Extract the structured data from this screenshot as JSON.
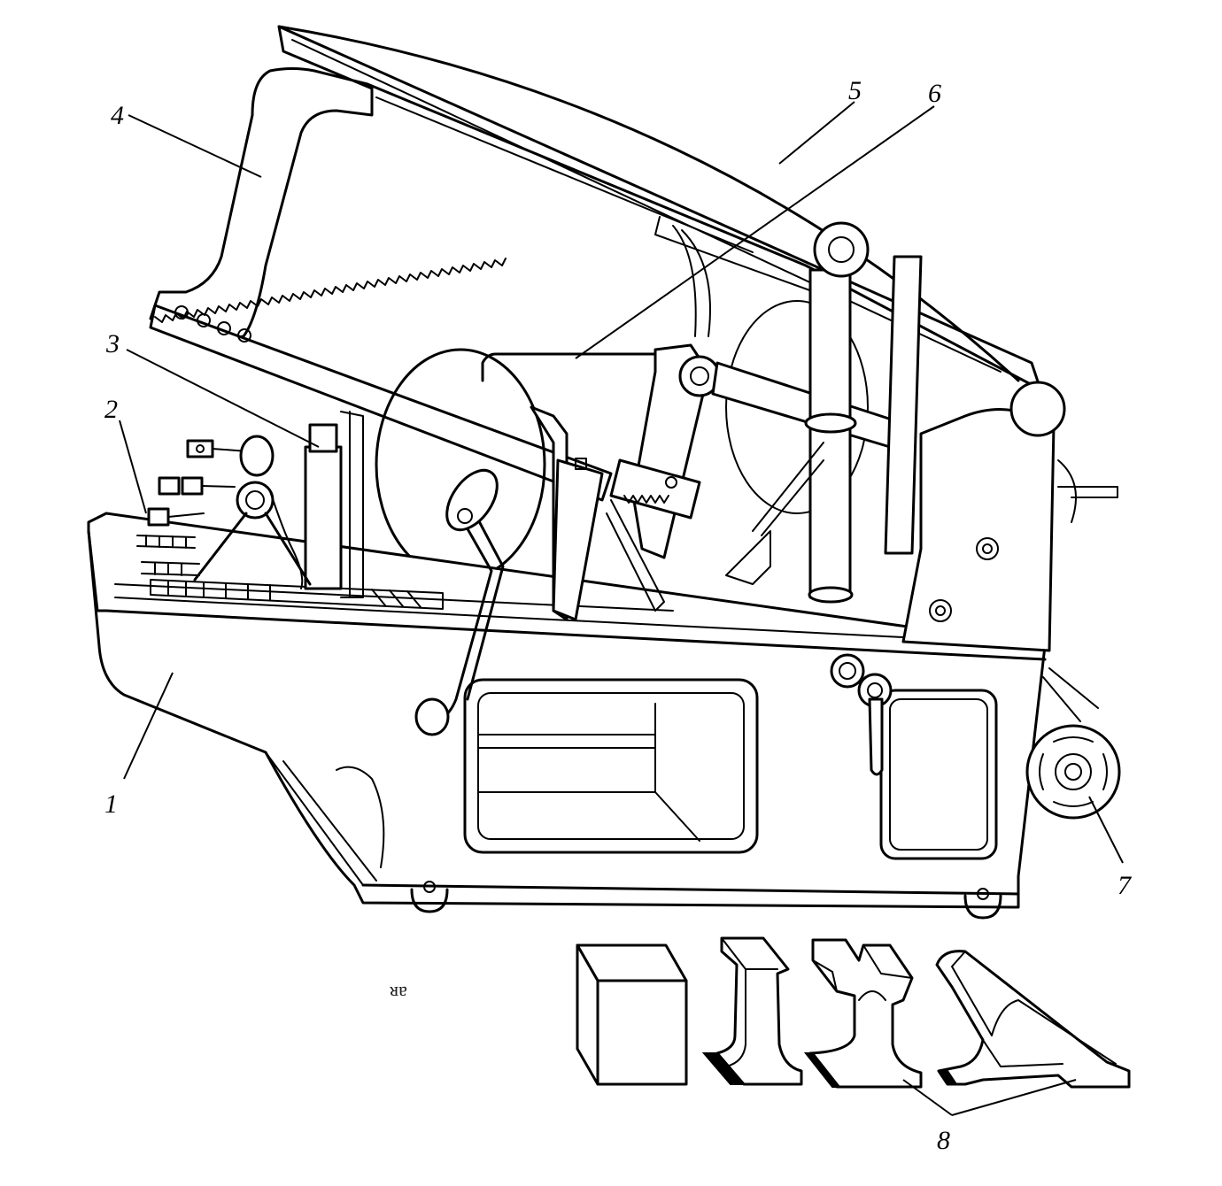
{
  "figure": {
    "background": "#ffffff",
    "ink_color": "#000000",
    "callouts": [
      {
        "id": "c1",
        "label": "1"
      },
      {
        "id": "c2",
        "label": "2"
      },
      {
        "id": "c3",
        "label": "3"
      },
      {
        "id": "c4",
        "label": "4"
      },
      {
        "id": "c5",
        "label": "5"
      },
      {
        "id": "c6",
        "label": "6"
      },
      {
        "id": "c7",
        "label": "7"
      },
      {
        "id": "c8",
        "label": "8"
      }
    ],
    "stray_text": "ᴚɐ"
  }
}
